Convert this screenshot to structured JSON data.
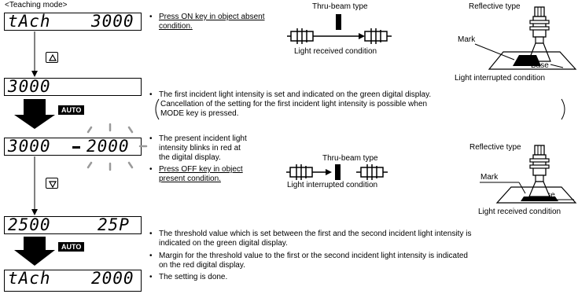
{
  "mode_title": "<Teaching mode>",
  "displays": {
    "d1_left": "tAch",
    "d1_right": "3000",
    "d2": "3000",
    "d3_left": "3000",
    "d3_right": "2000",
    "d4_left": "2500",
    "d4_right": "25P",
    "d5_left": "tAch",
    "d5_right": "2000"
  },
  "keys": {
    "up": "up-key",
    "down": "down-key"
  },
  "auto_label_1": "AUTO",
  "auto_label_2": "AUTO",
  "step1": {
    "instruction": "Press ON key in object absent condition.",
    "thru_beam_label": "Thru-beam type",
    "thru_beam_caption": "Light received condition",
    "reflective_label": "Reflective type",
    "mark_label": "Mark",
    "base_label": "Base",
    "reflective_caption": "Light interrupted condition"
  },
  "step2": {
    "line1": "The first incident light intensity is set and indicated on the green digital display.",
    "paren_line1": "Cancellation of the setting for the first incident light intensity is possible when",
    "paren_line2": "MODE key is pressed."
  },
  "step3": {
    "line1": "The present incident light",
    "line2": "intensity blinks in red at",
    "line3": "the digital display.",
    "press1": "Press OFF key in object",
    "press2": "present condition.",
    "thru_beam_label": "Thru-beam type",
    "thru_beam_caption": "Light interrupted condition",
    "reflective_label": "Reflective type",
    "mark_label": "Mark",
    "base_label": "Base",
    "reflective_caption": "Light received condition"
  },
  "step4": {
    "line1": "The threshold value which is set between the first and the second incident light intensity is",
    "line2": "indicated on the green digital display.",
    "line3": "Margin for the threshold value to the first or the second incident light intensity is indicated",
    "line4": "on the red digital display.",
    "line5": "The setting is done."
  }
}
